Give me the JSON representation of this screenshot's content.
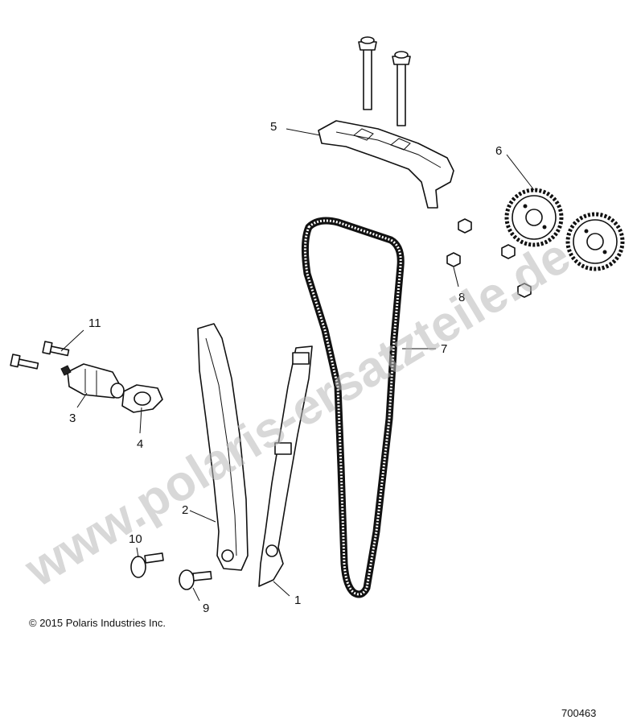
{
  "diagram": {
    "callouts": [
      {
        "id": "chain-guide",
        "number": "1"
      },
      {
        "id": "tensioner-blade",
        "number": "2"
      },
      {
        "id": "tensioner",
        "number": "3"
      },
      {
        "id": "tensioner-gasket",
        "number": "4"
      },
      {
        "id": "upper-chain-guide",
        "number": "5"
      },
      {
        "id": "cam-sprocket",
        "number": "6"
      },
      {
        "id": "timing-chain",
        "number": "7"
      },
      {
        "id": "sprocket-bolt",
        "number": "8"
      },
      {
        "id": "guide-bolt",
        "number": "9"
      },
      {
        "id": "blade-pivot-bolt",
        "number": "10"
      },
      {
        "id": "tensioner-bolt",
        "number": "11"
      }
    ],
    "copyright": "© 2015 Polaris Industries Inc.",
    "figure_number": "700463",
    "watermark": "www.polaris-ersatzteile.de"
  }
}
